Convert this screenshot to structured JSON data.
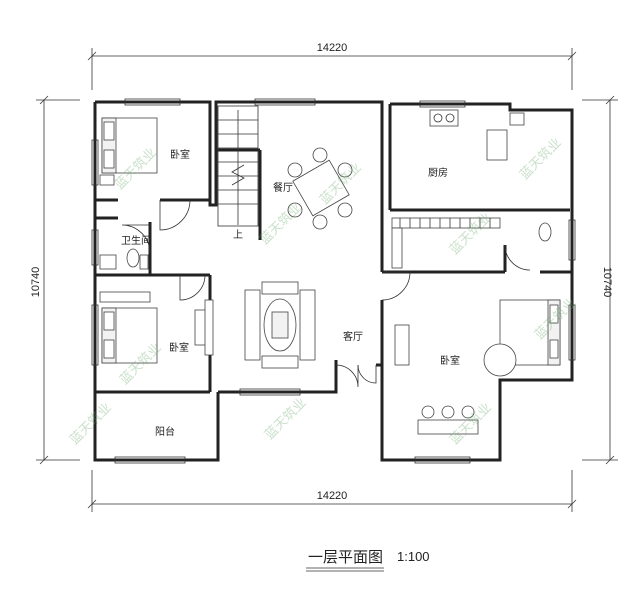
{
  "dimensions": {
    "top_width": "14220",
    "bottom_width": "14220",
    "left_height": "10740",
    "right_height": "10740"
  },
  "rooms": {
    "bedroom_top_left": "卧室",
    "bathroom": "卫生间",
    "dining": "餐厅",
    "kitchen": "厨房",
    "bedroom_mid_left": "卧室",
    "living": "客厅",
    "bedroom_right": "卧室",
    "balcony": "阳台",
    "stair_up": "上"
  },
  "caption": {
    "title": "一层平面图",
    "scale": "1:100"
  },
  "watermark": "蓝天筑业"
}
